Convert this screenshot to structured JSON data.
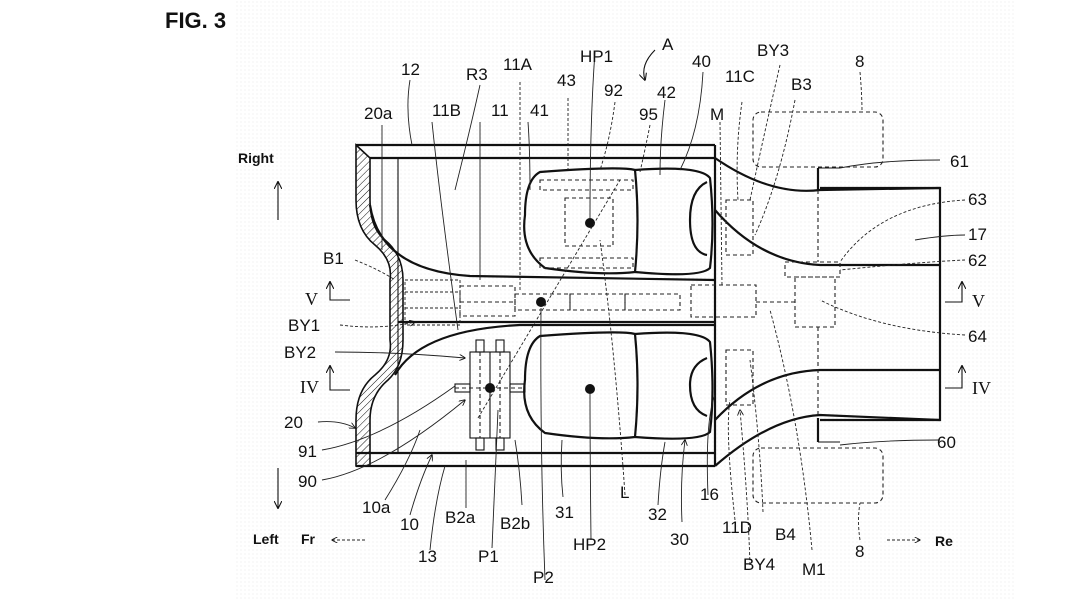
{
  "figure": {
    "title": "FIG. 3",
    "directions": {
      "right": "Right",
      "left": "Left",
      "front": "Fr",
      "rear": "Re"
    },
    "section_marks": {
      "v": "V",
      "iv": "IV"
    },
    "reference_labels": {
      "l12": "12",
      "r3": "R3",
      "l11a": "11A",
      "hp1": "HP1",
      "a": "A",
      "l40": "40",
      "by3": "BY3",
      "l8_top": "8",
      "l20a": "20a",
      "l11b": "11B",
      "l11": "11",
      "l41": "41",
      "l43": "43",
      "l92": "92",
      "l42": "42",
      "l95": "95",
      "m": "M",
      "l11c": "11C",
      "b3": "B3",
      "l61": "61",
      "l63": "63",
      "l17": "17",
      "l62": "62",
      "l64": "64",
      "b1": "B1",
      "by1": "BY1",
      "by2": "BY2",
      "l20": "20",
      "l91": "91",
      "l90": "90",
      "l10a": "10a",
      "l10": "10",
      "l13": "13",
      "b2a": "B2a",
      "b2b": "B2b",
      "p1": "P1",
      "p2": "P2",
      "l31": "31",
      "hp2": "HP2",
      "l": "L",
      "l32": "32",
      "l30": "30",
      "l16": "16",
      "l11d": "11D",
      "b4": "B4",
      "by4": "BY4",
      "m1": "M1",
      "l8_bottom": "8",
      "l60": "60"
    }
  }
}
